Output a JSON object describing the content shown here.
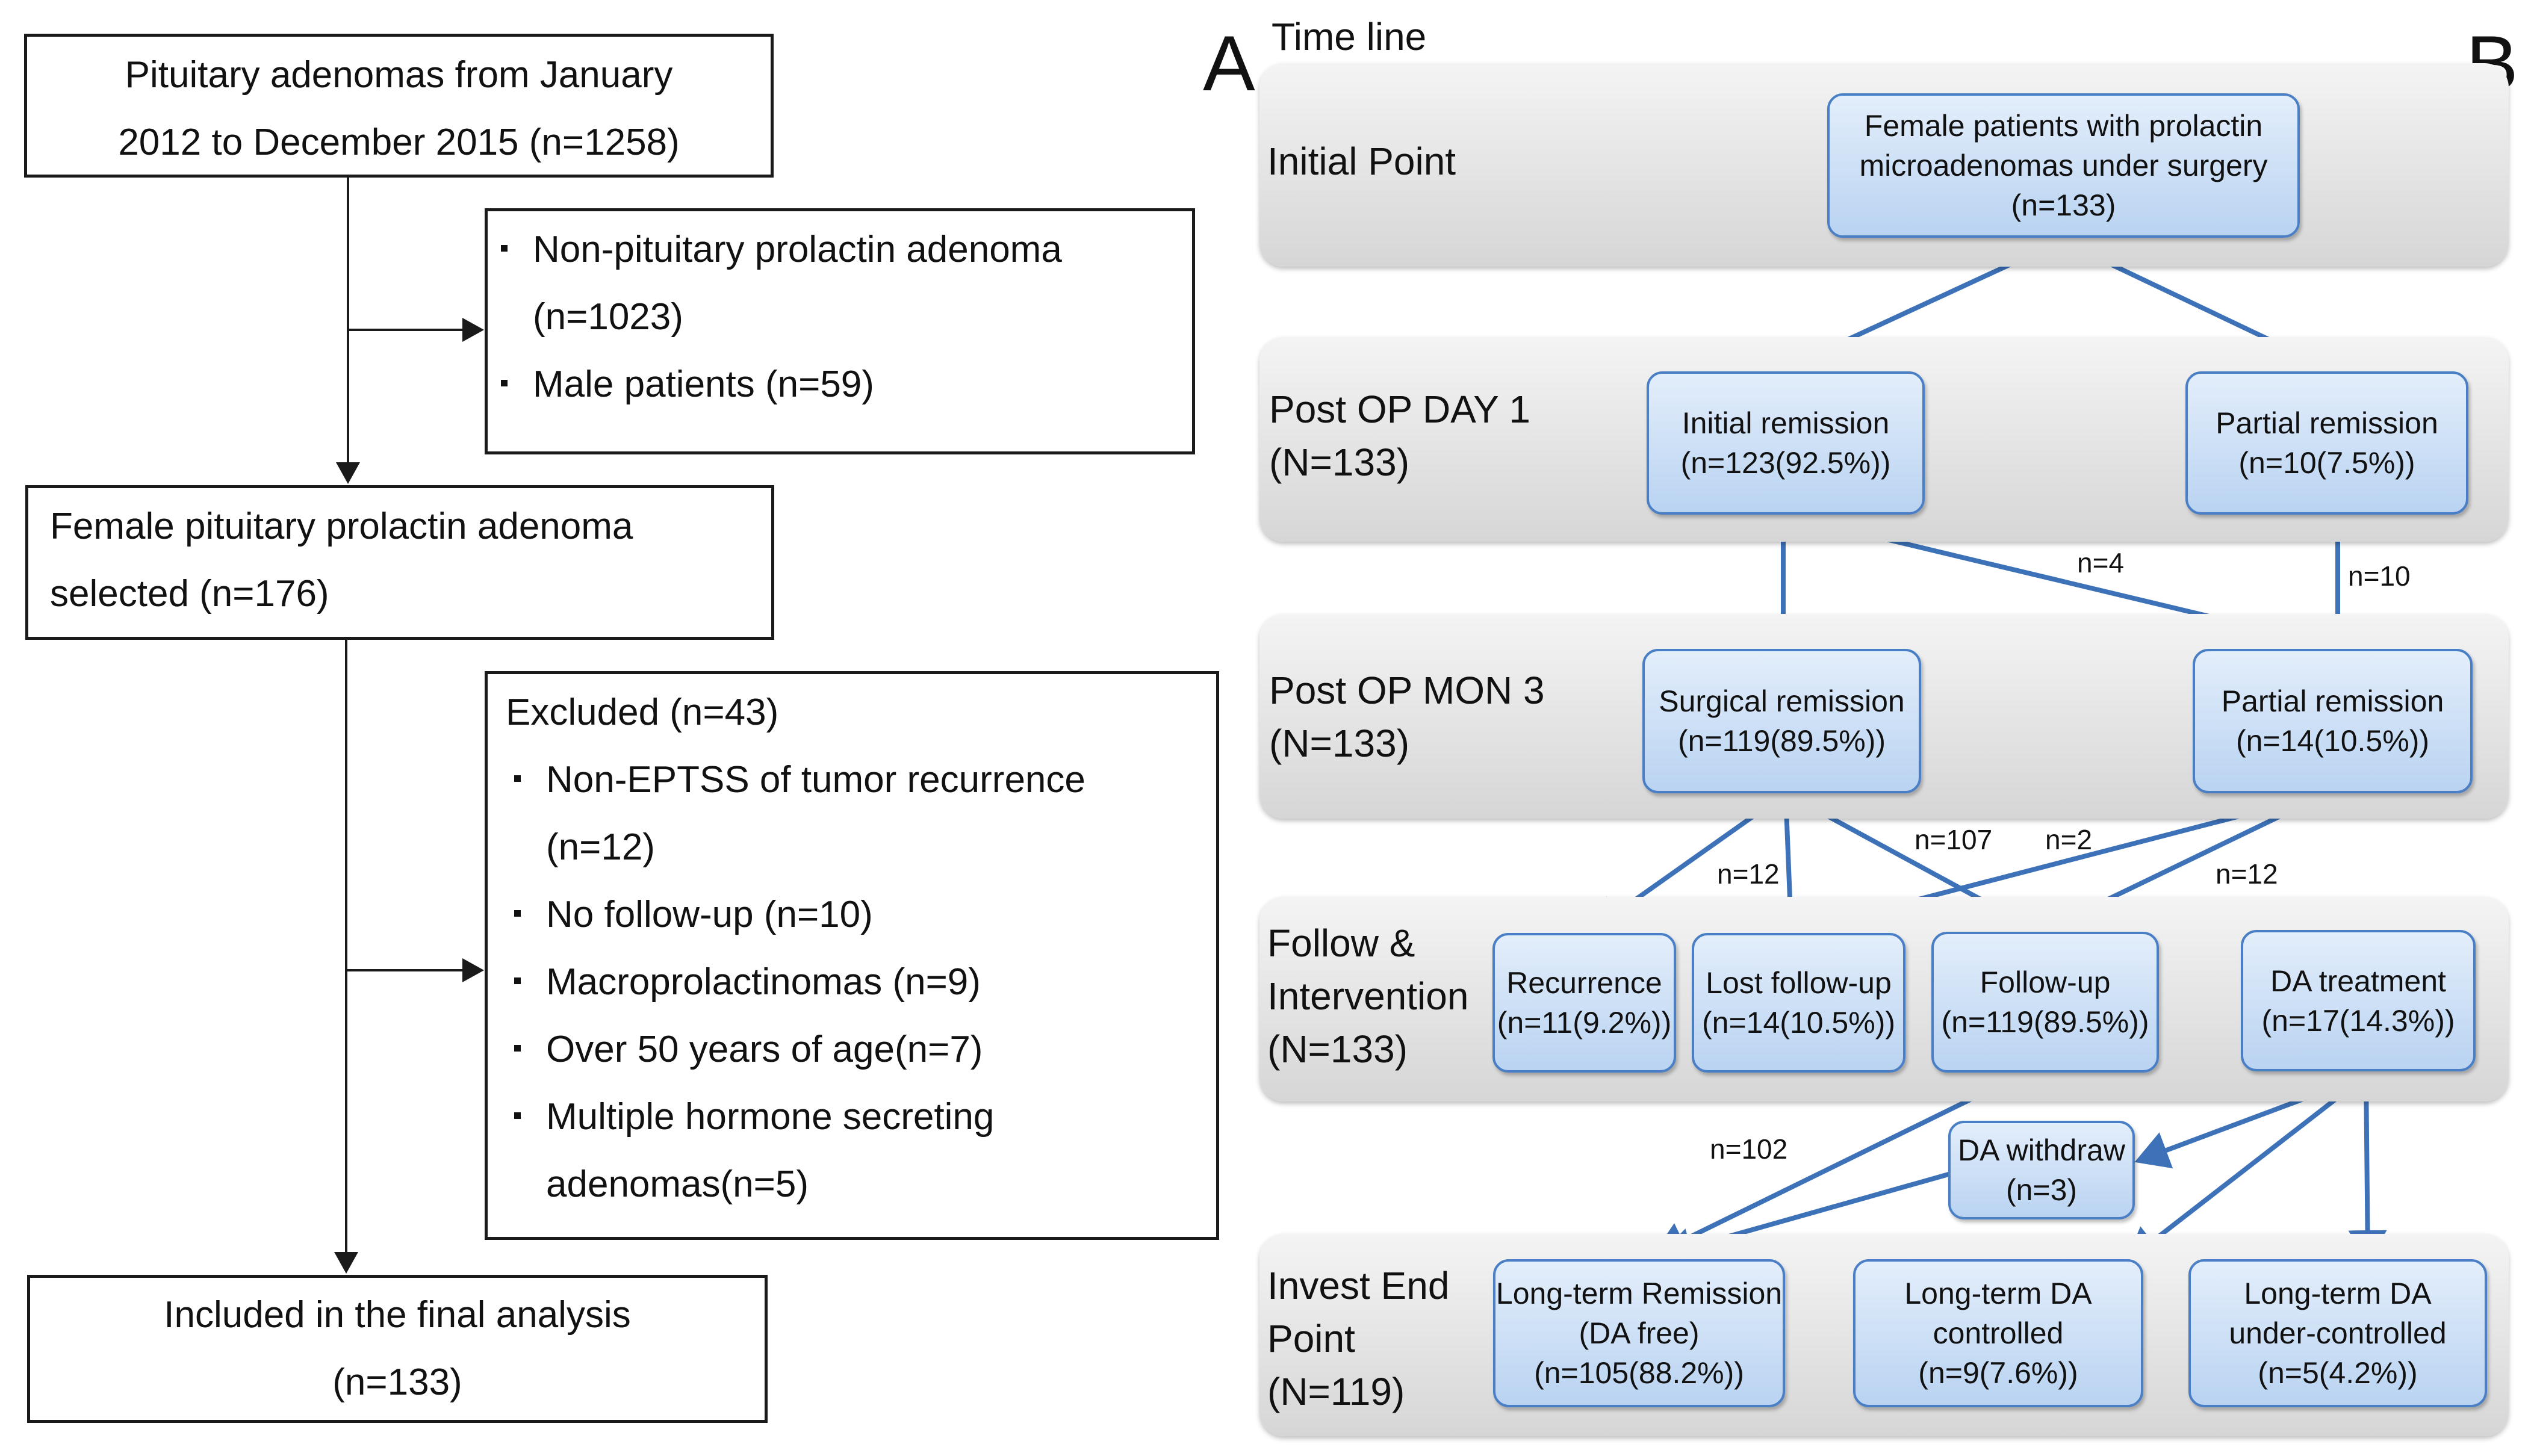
{
  "panel_a": {
    "box_start": {
      "lines": [
        "Pituitary adenomas from January",
        "2012 to December 2015  (n=1258)"
      ]
    },
    "box_excl1": {
      "items": [
        [
          "Non-pituitary prolactin adenoma",
          "(n=1023)"
        ],
        [
          "Male patients (n=59)"
        ]
      ]
    },
    "box_female": {
      "lines": [
        "Female  pituitary  prolactin  adenoma",
        "selected (n=176)"
      ]
    },
    "box_excl2": {
      "title": "Excluded (n=43)",
      "items": [
        [
          "Non-EPTSS of tumor recurrence",
          "(n=12)"
        ],
        [
          "No follow-up (n=10)"
        ],
        [
          "Macroprolactinomas (n=9)"
        ],
        [
          "Over 50 years of age(n=7)"
        ],
        [
          "Multiple hormone secreting",
          "adenomas(n=5)"
        ]
      ]
    },
    "box_final": {
      "lines": [
        "Included in the final analysis",
        "(n=133)"
      ]
    }
  },
  "panel_b": {
    "panel_label_a": "A",
    "panel_label_b": "B",
    "timeline_title": "Time line",
    "bands": [
      {
        "lines": [
          "Initial Point"
        ]
      },
      {
        "lines": [
          "Post OP DAY 1",
          "(N=133)"
        ]
      },
      {
        "lines": [
          "Post OP MON 3",
          "(N=133)"
        ]
      },
      {
        "lines": [
          "Follow &",
          "Intervention",
          "(N=133)"
        ]
      },
      {
        "lines": [
          "Invest End",
          "Point",
          "(N=119)"
        ]
      }
    ],
    "nodes": {
      "start": [
        "Female patients with prolactin",
        "microadenomas under surgery",
        "(n=133)"
      ],
      "initial_remission": [
        "Initial remission",
        "(n=123(92.5%))"
      ],
      "partial_remission_d1": [
        "Partial remission",
        "(n=10(7.5%))"
      ],
      "surgical_remission": [
        "Surgical remission",
        "(n=119(89.5%))"
      ],
      "partial_remission_m3": [
        "Partial remission",
        "(n=14(10.5%))"
      ],
      "recurrence": [
        "Recurrence",
        "(n=11(9.2%))"
      ],
      "lost_followup": [
        "Lost follow-up",
        "(n=14(10.5%))"
      ],
      "followup": [
        "Follow-up",
        "(n=119(89.5%))"
      ],
      "da_treatment": [
        "DA treatment",
        "(n=17(14.3%))"
      ],
      "da_withdraw": [
        "DA withdraw",
        "(n=3)"
      ],
      "lt_remission": [
        "Long-term Remission",
        "(DA free)",
        "(n=105(88.2%))"
      ],
      "lt_controlled": [
        "Long-term DA",
        "controlled",
        "(n=9(7.6%))"
      ],
      "lt_undercontrolled": [
        "Long-term DA",
        "under-controlled",
        "(n=5(4.2%))"
      ]
    },
    "edge_labels": {
      "n4": "n=4",
      "n10": "n=10",
      "n107": "n=107",
      "n2": "n=2",
      "n12a": "n=12",
      "n12b": "n=12",
      "n102": "n=102"
    },
    "colors": {
      "arrow": "#3d72b8",
      "node_border": "#4a7fc6",
      "line_a": "#1a1a1a"
    }
  }
}
